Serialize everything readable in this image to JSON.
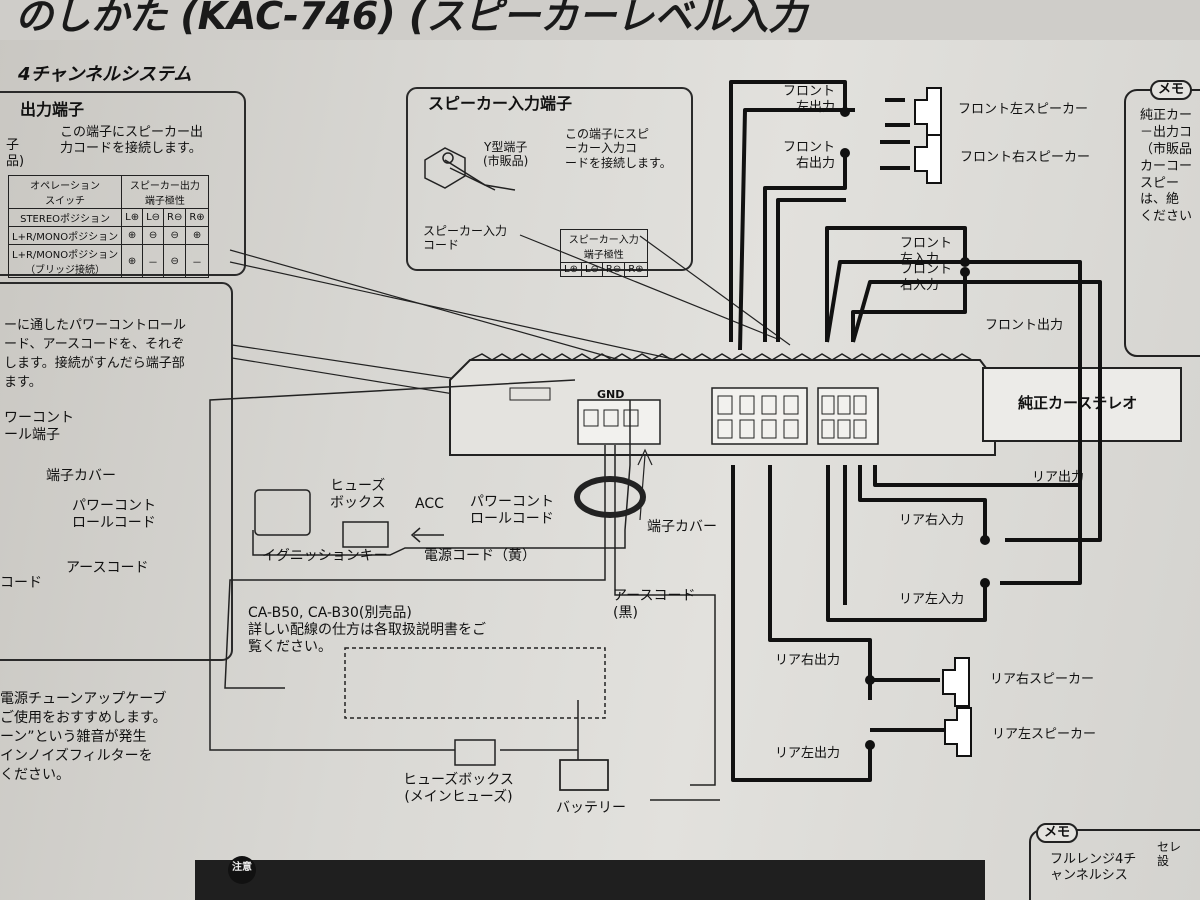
{
  "header": {
    "title": "のしかた (KAC-746) (スピーカーレベル入力"
  },
  "left_panel": {
    "section_title": "4チャンネルシステム",
    "box_title": "出力端子",
    "box_side": "子\n品)",
    "box_desc": "この端子にスピーカー出\n力コードを接続します。",
    "table": {
      "head": [
        "オペレーション\nスイッチ",
        "スピーカー出力\n端子極性"
      ],
      "rows": [
        [
          "STEREOポジション",
          "L⊕",
          "L⊖",
          "R⊖",
          "R⊕"
        ],
        [
          "L+R/MONOポジション",
          "⊕",
          "⊖",
          "⊖",
          "⊕"
        ],
        [
          "L+R/MONOポジション\n（ブリッジ接続）",
          "⊕",
          "－",
          "⊖",
          "－"
        ]
      ]
    },
    "power_desc": "ーに通したパワーコントロール\nード、アースコードを、それぞ\nします。接続がすんだら端子部\nます。",
    "power_terminal": "ワーコント\nール端子",
    "terminal_cover": "端子カバー",
    "power_control_cord": "パワーコント\nロールコード",
    "earth_cord": "アースコード",
    "cord": "コード",
    "note": "電源チューンアップケーブ\nご使用をおすすめします。\nーン”という雑音が発生\nインノイズフィルターを\nください。"
  },
  "speaker_input": {
    "title": "スピーカー入力端子",
    "y_terminal": "Y型端子\n(市販品)",
    "desc": "この端子にスピ\nーカー入力コ\nードを接続します。",
    "cord_label": "スピーカー入力\nコード",
    "pol_title": "スピーカー入力\n端子極性",
    "pol": [
      "L⊕",
      "L⊖",
      "R⊖",
      "R⊕"
    ]
  },
  "amp": {
    "gnd": "GND"
  },
  "power": {
    "fuse_box": "ヒューズ\nボックス",
    "acc": "ACC",
    "power_control_cord": "パワーコント\nロールコード",
    "terminal_cover": "端子カバー",
    "ignition": "イグニッションキー",
    "power_cord": "電源コード（黄）",
    "earth_cord": "アースコード\n(黒)",
    "ca_note": "CA-B50, CA-B30(別売品)\n詳しい配線の仕方は各取扱説明書をご\n覧ください。",
    "main_fuse": "ヒューズボックス\n(メインヒューズ)",
    "battery": "バッテリー"
  },
  "wiring": {
    "front_left_out": "フロント\n左出力",
    "front_right_out": "フロント\n右出力",
    "front_left_speaker": "フロント左スピーカー",
    "front_right_speaker": "フロント右スピーカー",
    "front_left_in": "フロント\n左入力",
    "front_right_in": "フロント\n右入力",
    "front_output": "フロント出力",
    "stereo": "純正カーステレオ",
    "rear_output": "リア出力",
    "rear_right_in": "リア右入力",
    "rear_left_in": "リア左入力",
    "rear_right_out": "リア右出力",
    "rear_left_out": "リア左出力",
    "rear_right_speaker": "リア右スピーカー",
    "rear_left_speaker": "リア左スピーカー"
  },
  "memo": {
    "label": "メモ",
    "text": "純正カー\n－出力コ\n（市販品\nカーコー\nスピー\nは、絶\nください",
    "label2": "メモ",
    "text2": "フルレンジ4チ\nャンネルシス",
    "sel": "セレ\n設"
  },
  "caution": "注意"
}
